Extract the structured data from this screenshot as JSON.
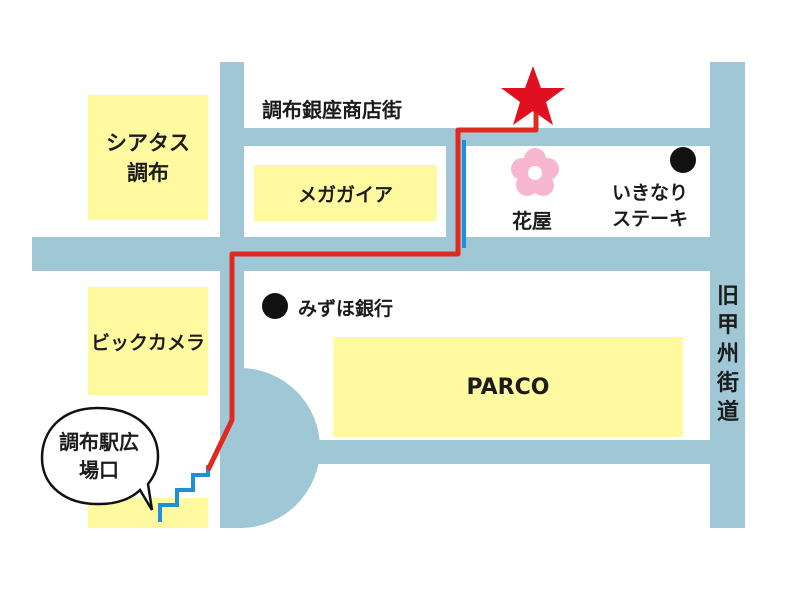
{
  "colors": {
    "road": "#9fc7d6",
    "block": "#fff9a0",
    "route_red": "#e02a20",
    "route_blue": "#1e8fd8",
    "star": "#e01020",
    "flower": "#f7b7cf",
    "dot": "#111111"
  },
  "labels": {
    "street_top": "調布銀座商店街",
    "street_right": "旧甲州街道",
    "sciatas": "シアタス調布",
    "biccamera": "ビックカメラ",
    "megagaia": "メガガイア",
    "parco": "PARCO",
    "mizuho": "みずほ銀行",
    "hanaya": "花屋",
    "ikinari": "いきなりステーキ",
    "station_exit": "調布駅広場口"
  },
  "icons": {
    "destination": "star-icon",
    "florist": "flower-icon",
    "landmark": "dot-icon"
  }
}
